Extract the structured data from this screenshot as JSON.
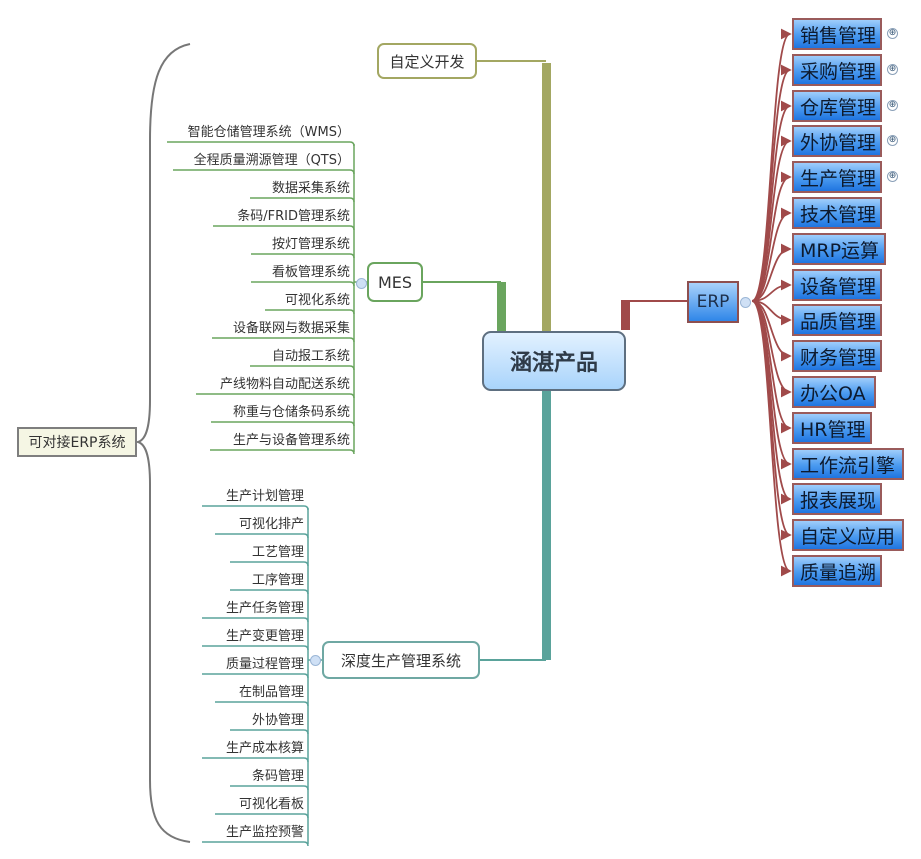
{
  "central_topic": "涵湛产品",
  "colors": {
    "custom_branch": "#a3a762",
    "mes_branch": "#6aa55e",
    "deep_branch": "#5aa39b",
    "erp_branch": "#a04a4a",
    "erp_box_gradient_top": "#9fcdfb",
    "erp_box_gradient_bottom": "#1f74e0",
    "central_gradient_top": "#e2f1ff",
    "central_gradient_bottom": "#a9d4fb"
  },
  "branches": {
    "custom_dev": {
      "label": "自定义开发"
    },
    "mes": {
      "label": "MES",
      "items": [
        "智能仓储管理系统（WMS）",
        "全程质量溯源管理（QTS）",
        "数据采集系统",
        "条码/FRID管理系统",
        "按灯管理系统",
        "看板管理系统",
        "可视化系统",
        "设备联网与数据采集",
        "自动报工系统",
        "产线物料自动配送系统",
        "称重与仓储条码系统",
        "生产与设备管理系统"
      ]
    },
    "deep_production": {
      "label": "深度生产管理系统",
      "items": [
        "生产计划管理",
        "可视化排产",
        "工艺管理",
        "工序管理",
        "生产任务管理",
        "生产变更管理",
        "质量过程管理",
        "在制品管理",
        "外协管理",
        "生产成本核算",
        "条码管理",
        "可视化看板",
        "生产监控预警"
      ]
    },
    "erp": {
      "label": "ERP",
      "items": [
        {
          "label": "销售管理",
          "expandable": true
        },
        {
          "label": "采购管理",
          "expandable": true
        },
        {
          "label": "仓库管理",
          "expandable": true
        },
        {
          "label": "外协管理",
          "expandable": true
        },
        {
          "label": "生产管理",
          "expandable": true
        },
        {
          "label": "技术管理",
          "expandable": false
        },
        {
          "label": "MRP运算",
          "expandable": false
        },
        {
          "label": "设备管理",
          "expandable": false
        },
        {
          "label": "品质管理",
          "expandable": false
        },
        {
          "label": "财务管理",
          "expandable": false
        },
        {
          "label": "办公OA",
          "expandable": false
        },
        {
          "label": "HR管理",
          "expandable": false
        },
        {
          "label": "工作流引擎",
          "expandable": false
        },
        {
          "label": "报表展现",
          "expandable": false
        },
        {
          "label": "自定义应用",
          "expandable": false
        },
        {
          "label": "质量追溯",
          "expandable": false
        }
      ]
    }
  },
  "summary": {
    "label": "可对接ERP系统"
  },
  "icons": {
    "expand": "⊕"
  }
}
